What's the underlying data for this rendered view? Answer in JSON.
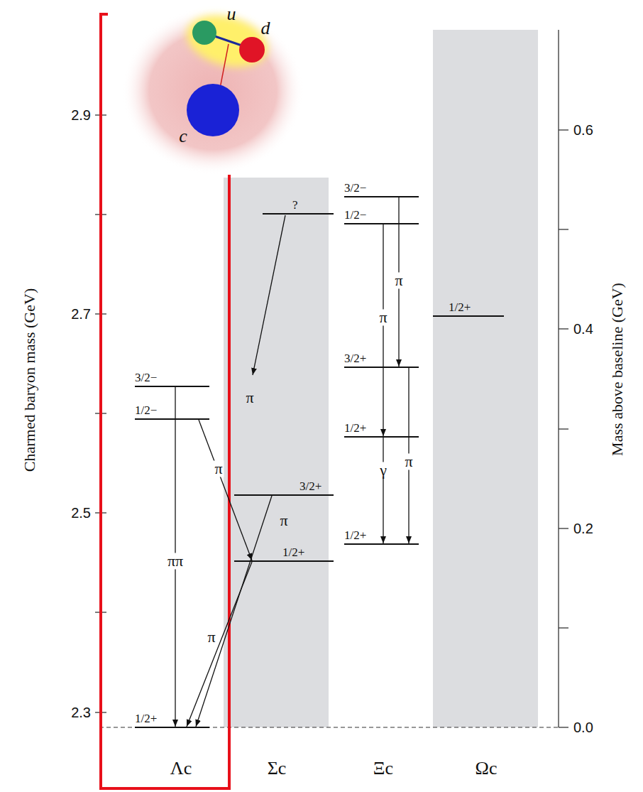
{
  "diagram": {
    "nodes": [
      {
        "text": [
          "3/2−"
        ]
      },
      {
        "text": [
          "1/2−"
        ]
      },
      {
        "text": [
          "1/2+"
        ]
      },
      {
        "text": [
          "?"
        ]
      },
      {
        "text": [
          "3/2+"
        ]
      },
      {
        "text": [
          "1/2+"
        ]
      },
      {
        "text": [
          "3/2−"
        ]
      },
      {
        "text": [
          "1/2−"
        ]
      },
      {
        "text": [
          "3/2+"
        ]
      },
      {
        "text": [
          "1/2+"
        ]
      },
      {
        "text": [
          "1/2+"
        ]
      },
      {
        "text": [
          "1/2+"
        ]
      }
    ],
    "edges": [
      {
        "from": 0,
        "to": 2,
        "arrow": "to",
        "label": "ππ"
      },
      {
        "from": 1,
        "to": 5,
        "arrow": "to",
        "label": "π"
      },
      {
        "from": 5,
        "to": 2,
        "arrow": "to",
        "label": "π"
      },
      {
        "from": 4,
        "to": 2,
        "arrow": "to",
        "label": "π"
      },
      {
        "from": 6,
        "to": 8,
        "arrow": "to",
        "label": "π"
      },
      {
        "from": 7,
        "to": 9,
        "arrow": "to",
        "label": "π"
      },
      {
        "from": 8,
        "to": 10,
        "arrow": "to",
        "label": "π"
      },
      {
        "from": 9,
        "to": 10,
        "arrow": "to",
        "label": "γ"
      }
    ],
    "labels": [
      "2.9",
      "2.7",
      "2.5",
      "2.3",
      "Charmed baryon mass  (GeV)",
      "0.6",
      "0.4",
      "0.2",
      "0.0",
      "Mass above baseline  (GeV)",
      "u",
      "d",
      "c",
      "π",
      "Λc",
      "Σc",
      "Ξc",
      "Ωc"
    ]
  }
}
